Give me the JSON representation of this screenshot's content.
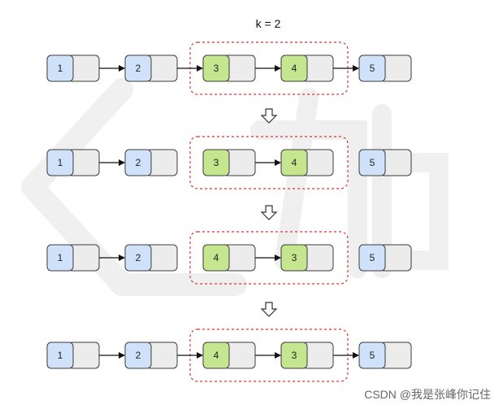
{
  "title": "k = 2",
  "watermark": "CSDN @我是张峰你记住",
  "colors": {
    "blue_node": "#cfe2fa",
    "green_node": "#c6e58f",
    "next_cell": "#ececec",
    "node_border": "#3c3c3c",
    "group_border": "#e03030",
    "arrow": "#111111"
  },
  "rows": [
    {
      "nodes": [
        {
          "label": "1",
          "color": "blue"
        },
        {
          "label": "2",
          "color": "blue"
        },
        {
          "label": "3",
          "color": "green"
        },
        {
          "label": "4",
          "color": "green"
        },
        {
          "label": "5",
          "color": "blue"
        }
      ],
      "links": [
        true,
        true,
        true,
        true
      ]
    },
    {
      "nodes": [
        {
          "label": "1",
          "color": "blue"
        },
        {
          "label": "2",
          "color": "blue"
        },
        {
          "label": "3",
          "color": "green"
        },
        {
          "label": "4",
          "color": "green"
        },
        {
          "label": "5",
          "color": "blue"
        }
      ],
      "links": [
        true,
        false,
        true,
        false
      ]
    },
    {
      "nodes": [
        {
          "label": "1",
          "color": "blue"
        },
        {
          "label": "2",
          "color": "blue"
        },
        {
          "label": "4",
          "color": "green"
        },
        {
          "label": "3",
          "color": "green"
        },
        {
          "label": "5",
          "color": "blue"
        }
      ],
      "links": [
        true,
        false,
        true,
        false
      ]
    },
    {
      "nodes": [
        {
          "label": "1",
          "color": "blue"
        },
        {
          "label": "2",
          "color": "blue"
        },
        {
          "label": "4",
          "color": "green"
        },
        {
          "label": "3",
          "color": "green"
        },
        {
          "label": "5",
          "color": "blue"
        }
      ],
      "links": [
        true,
        true,
        true,
        true
      ]
    }
  ]
}
